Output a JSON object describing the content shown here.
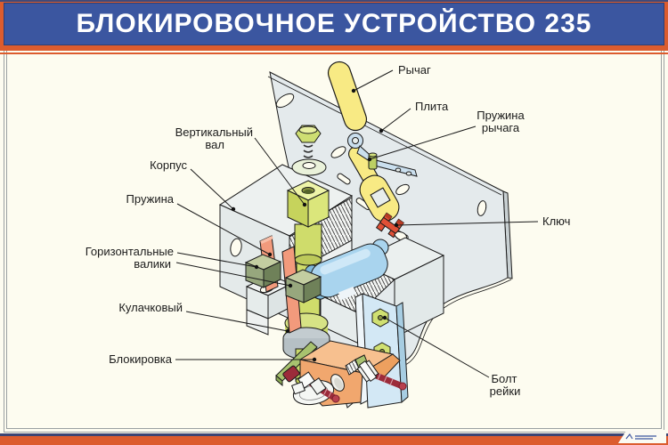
{
  "poster": {
    "title": "БЛОКИРОВОЧНОЕ УСТРОЙСТВО 235"
  },
  "labels": {
    "lever": "Рычаг",
    "plate": "Плита",
    "lever_spring_1": "Пружина",
    "lever_spring_2": "рычага",
    "key": "Ключ",
    "vertical_shaft_1": "Вертикальный",
    "vertical_shaft_2": "вал",
    "body": "Корпус",
    "spring": "Пружина",
    "rollers_1": "Горизонтальные",
    "rollers_2": "валики",
    "cam": "Кулачковый",
    "blocking": "Блокировка",
    "rack_bolt_1": "Болт",
    "rack_bolt_2": "рейки"
  },
  "colors": {
    "accent_orange": "#dc5c2e",
    "title_blue": "#3b56a0",
    "title_text": "#ffffff",
    "page_background": "#fdfcf0",
    "frame_line": "#9aa0a2",
    "footer_navy": "#3c4573",
    "plate_gray": "#e4eaec",
    "lever_yellow": "#f8ea84",
    "spring_clip_blue": "#cadfee",
    "key_red": "#e05036",
    "shaft_green": "#cfdc6b",
    "arm_blue": "#a9d4ee",
    "spring_salmon": "#f29a7c",
    "roller_olive": "#97a77d",
    "rack_blue": "#d3e8f5",
    "nut_green": "#d0e071",
    "bracket_orange": "#f1a76e",
    "strip_green": "#a8c26f",
    "bolt_red": "#9c2b3a"
  }
}
